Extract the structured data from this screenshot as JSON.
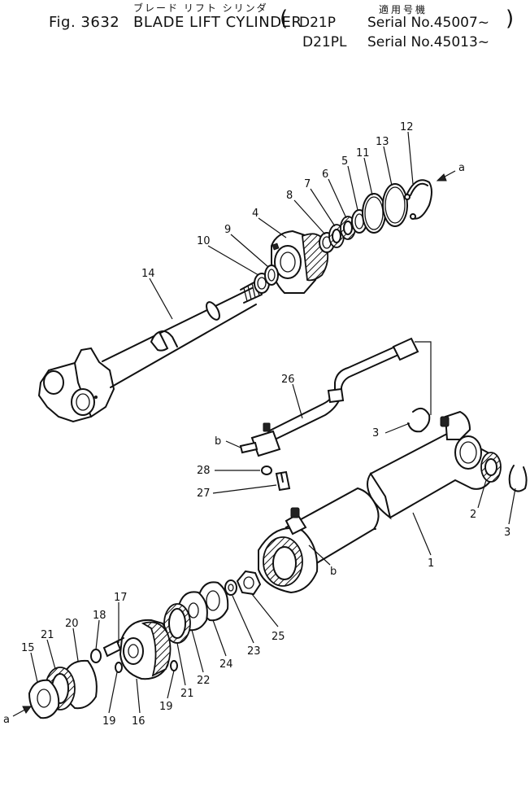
{
  "header": {
    "kana": "ブレード リフト シリンダ",
    "fig_label": "Fig. 3632",
    "title": "BLADE  LIFT CYLINDER",
    "applicable_label": "適用号機",
    "models": [
      {
        "model": "D21P",
        "serial": "Serial No.45007~"
      },
      {
        "model": "D21PL",
        "serial": "Serial No.45013~"
      }
    ],
    "paren_open": "(",
    "paren_close": ")"
  },
  "callouts": {
    "p1": "1",
    "p2": "2",
    "p3a": "3",
    "p3b": "3",
    "p4": "4",
    "p5": "5",
    "p6": "6",
    "p7": "7",
    "p8": "8",
    "p9": "9",
    "p10": "10",
    "p11": "11",
    "p12": "12",
    "p13": "13",
    "p14": "14",
    "p15": "15",
    "p16": "16",
    "p17": "17",
    "p18": "18",
    "p19a": "19",
    "p19b": "19",
    "p20": "20",
    "p21a": "21",
    "p21b": "21",
    "p22": "22",
    "p23": "23",
    "p24": "24",
    "p25": "25",
    "p26": "26",
    "p27": "27",
    "p28": "28",
    "ref_a_top": "a",
    "ref_a_bottom": "a",
    "ref_b_left": "b",
    "ref_b_right": "b"
  }
}
